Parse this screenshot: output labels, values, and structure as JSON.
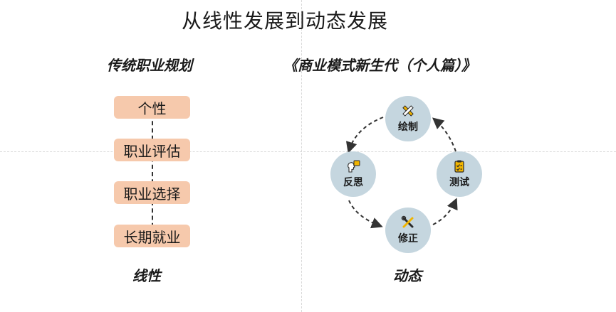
{
  "title": "从线性发展到动态发展",
  "left": {
    "heading": "传统职业规划",
    "steps": [
      "个性",
      "职业评估",
      "职业选择",
      "长期就业"
    ],
    "footer": "线性"
  },
  "right": {
    "heading": "《商业模式新生代（个人篇）》",
    "cycle": [
      {
        "label": "绘制",
        "icon": "pencil-ruler-icon"
      },
      {
        "label": "测试",
        "icon": "clipboard-check-icon"
      },
      {
        "label": "修正",
        "icon": "wrench-screwdriver-icon"
      },
      {
        "label": "反思",
        "icon": "thinking-head-icon"
      }
    ],
    "footer": "动态"
  },
  "colors": {
    "step_fill": "#f6c9ac",
    "node_fill": "#c5d6df",
    "icon_accent": "#f0b400",
    "icon_dark": "#2b2b2b"
  }
}
